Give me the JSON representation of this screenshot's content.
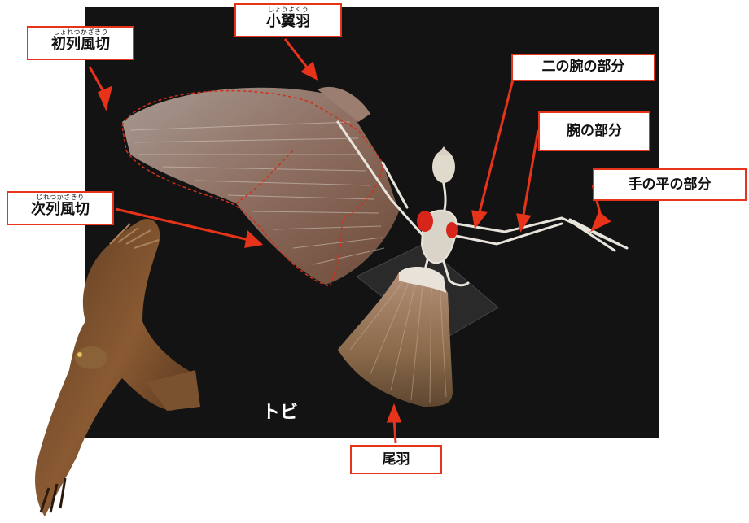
{
  "labels": {
    "primary_feathers": {
      "furigana": "しょれつかざきり",
      "text": "初列風切"
    },
    "coverts": {
      "furigana": "しょうよくう",
      "text": "小翼羽"
    },
    "secondary_feathers": {
      "furigana": "じれつかざきり",
      "text": "次列風切"
    },
    "upper_arm": {
      "text": "二の腕の部分"
    },
    "forearm": {
      "text": "腕の部分"
    },
    "palm": {
      "text": "手の平の部分"
    },
    "tail": {
      "text": "尾羽"
    }
  },
  "caption": "トビ",
  "colors": {
    "label_border": "#e8331b",
    "arrow": "#e8331b",
    "photo_background": "#131313",
    "outline_dashed": "#d0301c"
  }
}
